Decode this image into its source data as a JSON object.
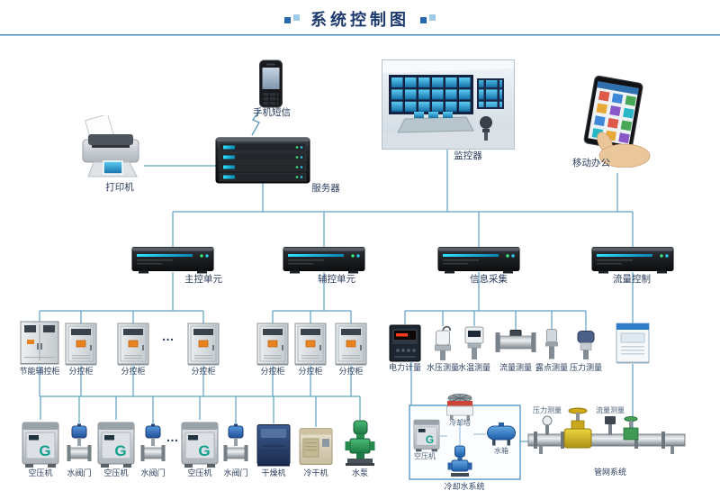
{
  "title": "系统控制图",
  "colors": {
    "line": "#5f9fc4",
    "title": "#1d3a6e",
    "accent_cyan": "#2fe0ff"
  },
  "top_devices": {
    "printer": "打印机",
    "sms": "手机短信",
    "server": "服务器",
    "monitor": "监控器",
    "mobile_office": "移动办公"
  },
  "control_units": [
    "主控单元",
    "辅控单元",
    "信息采集",
    "流量控制"
  ],
  "cabinets": [
    "节能辅控柜",
    "分控柜",
    "分控柜",
    "分控柜",
    "分控柜",
    "分控柜",
    "分控柜"
  ],
  "sensors": [
    "电力计量",
    "水压测量",
    "水温测量",
    "流量测量",
    "露点测量",
    "压力测量"
  ],
  "field_equipment": [
    "空压机",
    "水阀门",
    "空压机",
    "水阀门",
    "空压机",
    "水阀门",
    "干燥机",
    "冷干机",
    "水泵"
  ],
  "cooling_system": {
    "title": "冷却水系统",
    "compressor": "空压机",
    "tower": "冷却塔",
    "tank": "水箱"
  },
  "pipe_system": {
    "title": "管网系统",
    "pressure": "压力测量",
    "flow": "流量测量"
  },
  "ellipsis": "…",
  "logos": {
    "compressor": "G"
  }
}
